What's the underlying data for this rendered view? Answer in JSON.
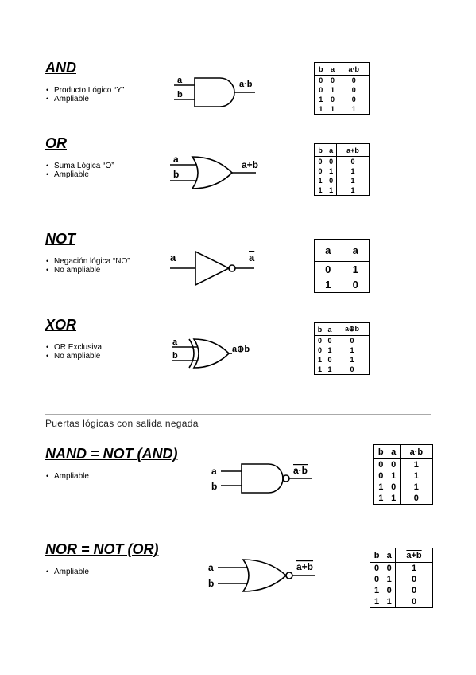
{
  "gates": [
    {
      "id": "and",
      "title": "AND",
      "bullets": [
        "Producto Lógico “Y”",
        "Ampliable"
      ],
      "inputs": [
        "a",
        "b"
      ],
      "output": "a·b",
      "table": {
        "headers": [
          "b",
          "a",
          "a·b"
        ],
        "rows": [
          [
            "0",
            "0",
            "0"
          ],
          [
            "0",
            "1",
            "0"
          ],
          [
            "1",
            "0",
            "0"
          ],
          [
            "1",
            "1",
            "1"
          ]
        ]
      }
    },
    {
      "id": "or",
      "title": "OR",
      "bullets": [
        "Suma Lógica “O”",
        "Ampliable"
      ],
      "inputs": [
        "a",
        "b"
      ],
      "output": "a+b",
      "table": {
        "headers": [
          "b",
          "a",
          "a+b"
        ],
        "rows": [
          [
            "0",
            "0",
            "0"
          ],
          [
            "0",
            "1",
            "1"
          ],
          [
            "1",
            "0",
            "1"
          ],
          [
            "1",
            "1",
            "1"
          ]
        ]
      }
    },
    {
      "id": "not",
      "title": "NOT",
      "bullets": [
        "Negación lógica “NO”",
        "No ampliable"
      ],
      "inputs": [
        "a"
      ],
      "output": "a",
      "table": {
        "headers": [
          "a",
          "a"
        ],
        "rows": [
          [
            "0",
            "1"
          ],
          [
            "1",
            "0"
          ]
        ]
      }
    },
    {
      "id": "xor",
      "title": "XOR",
      "bullets": [
        "OR Exclusiva",
        "No ampliable"
      ],
      "inputs": [
        "a",
        "b"
      ],
      "output": "a⊕b",
      "table": {
        "headers": [
          "b",
          "a",
          "a⊕b"
        ],
        "rows": [
          [
            "0",
            "0",
            "0"
          ],
          [
            "0",
            "1",
            "1"
          ],
          [
            "1",
            "0",
            "1"
          ],
          [
            "1",
            "1",
            "0"
          ]
        ]
      }
    }
  ],
  "section_title": "Puertas lógicas con salida negada",
  "negated": [
    {
      "id": "nand",
      "title": "NAND = NOT (AND)",
      "bullets": [
        "Ampliable"
      ],
      "inputs": [
        "a",
        "b"
      ],
      "output": "a·b",
      "table": {
        "headers": [
          "b",
          "a",
          "a·b"
        ],
        "rows": [
          [
            "0",
            "0",
            "1"
          ],
          [
            "0",
            "1",
            "1"
          ],
          [
            "1",
            "0",
            "1"
          ],
          [
            "1",
            "1",
            "0"
          ]
        ]
      }
    },
    {
      "id": "nor",
      "title": "NOR = NOT (OR)",
      "bullets": [
        "Ampliable"
      ],
      "inputs": [
        "a",
        "b"
      ],
      "output": "a+b",
      "table": {
        "headers": [
          "b",
          "a",
          "a+b"
        ],
        "rows": [
          [
            "0",
            "0",
            "1"
          ],
          [
            "0",
            "1",
            "0"
          ],
          [
            "1",
            "0",
            "0"
          ],
          [
            "1",
            "1",
            "0"
          ]
        ]
      }
    }
  ]
}
